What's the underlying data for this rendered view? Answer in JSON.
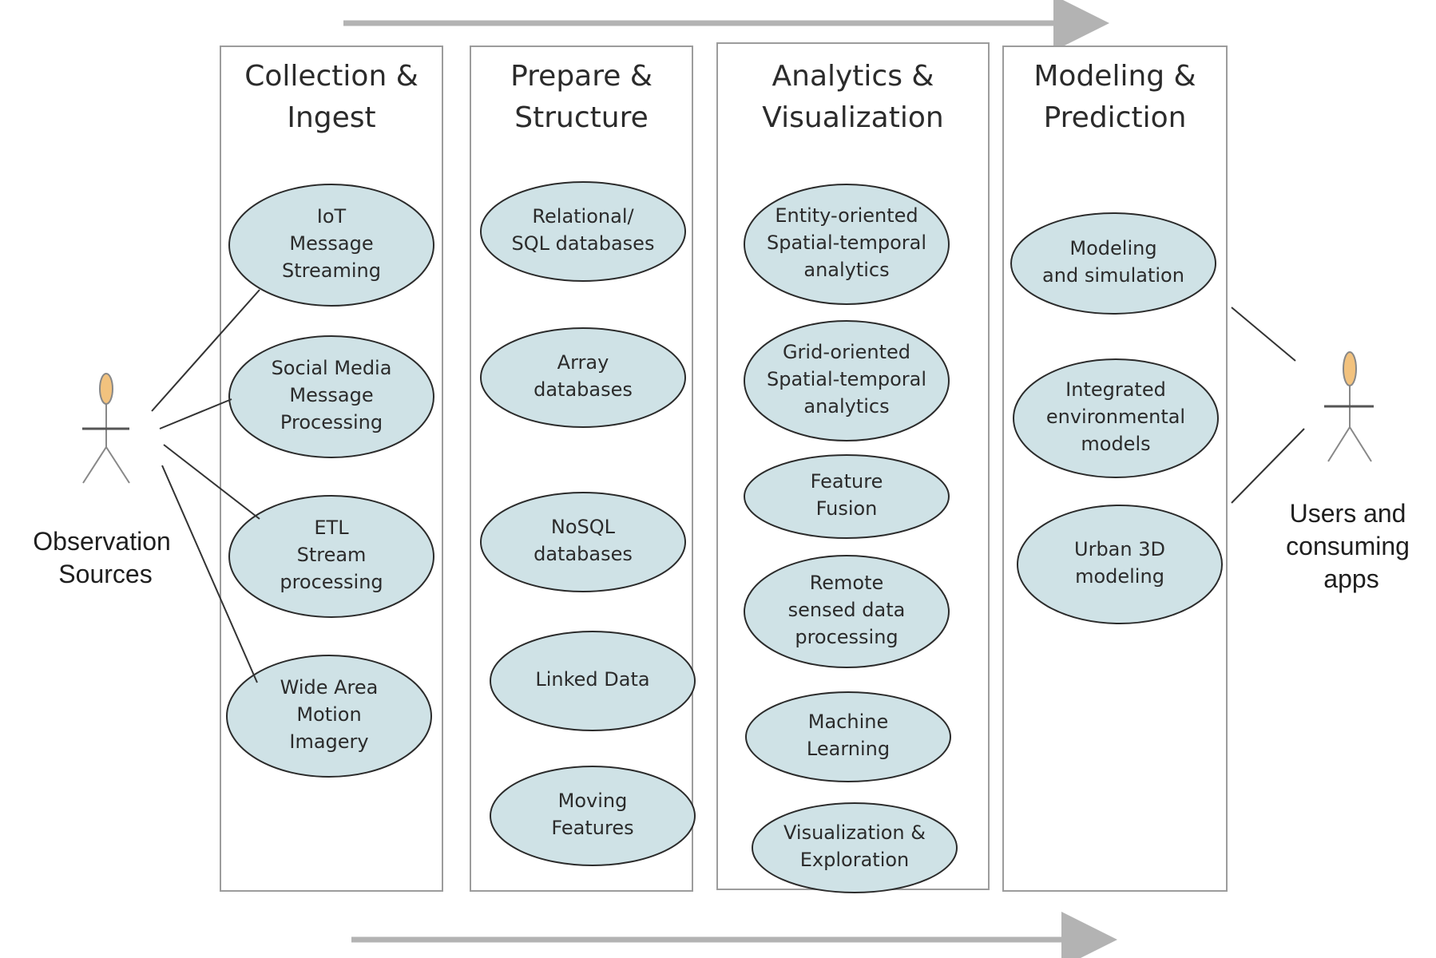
{
  "actors": {
    "left": {
      "label": [
        "Observation",
        "Sources"
      ],
      "icon": "stick-figure-icon"
    },
    "right": {
      "label": [
        "Users and",
        "consuming",
        "apps"
      ],
      "icon": "stick-figure-icon"
    }
  },
  "columns": [
    {
      "title": [
        "Collection &",
        "Ingest"
      ],
      "items": [
        [
          "IoT",
          "Message",
          "Streaming"
        ],
        [
          "Social Media",
          "Message",
          "Processing"
        ],
        [
          "ETL",
          "Stream",
          "processing"
        ],
        [
          "Wide Area",
          "Motion",
          "Imagery"
        ]
      ]
    },
    {
      "title": [
        "Prepare &",
        "Structure"
      ],
      "items": [
        [
          "Relational/",
          "SQL databases"
        ],
        [
          "Array",
          "databases"
        ],
        [
          "NoSQL",
          "databases"
        ],
        [
          "Linked Data"
        ],
        [
          "Moving",
          "Features"
        ]
      ]
    },
    {
      "title": [
        "Analytics &",
        "Visualization"
      ],
      "items": [
        [
          "Entity-oriented",
          "Spatial-temporal",
          "analytics"
        ],
        [
          "Grid-oriented",
          "Spatial-temporal",
          "analytics"
        ],
        [
          "Feature",
          "Fusion"
        ],
        [
          "Remote",
          "sensed data",
          "processing"
        ],
        [
          "Machine",
          "Learning"
        ],
        [
          "Visualization &",
          "Exploration"
        ]
      ]
    },
    {
      "title": [
        "Modeling &",
        "Prediction"
      ],
      "items": [
        [
          "Modeling",
          "and simulation"
        ],
        [
          "Integrated",
          "environmental",
          "models"
        ],
        [
          "Urban 3D",
          "modeling"
        ]
      ]
    }
  ],
  "colors": {
    "oval_fill": "#cfe2e6",
    "oval_stroke": "#2b2b2b",
    "column_border": "#9c9c9c",
    "arrow": "#b3b3b3",
    "actor_head": "#f2c27e",
    "line": "#333333"
  }
}
